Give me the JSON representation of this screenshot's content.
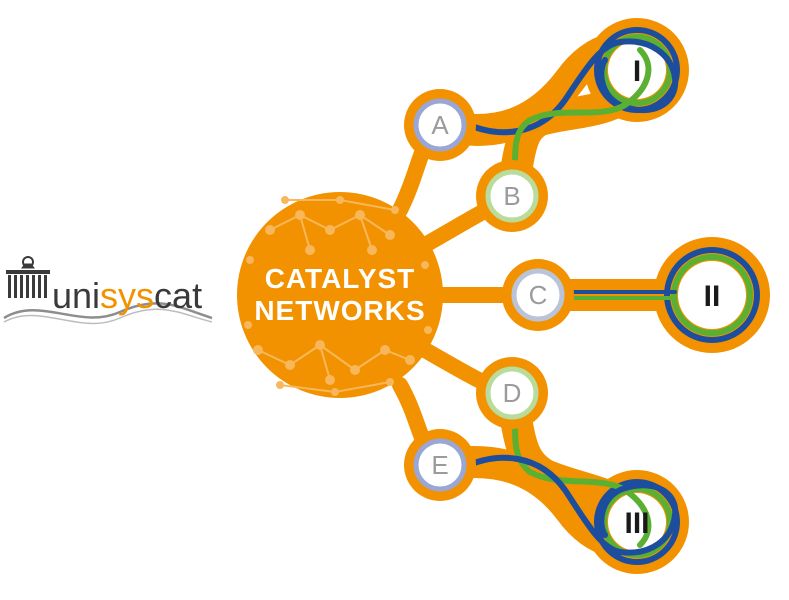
{
  "logo": {
    "part1": "uni",
    "part2": "sys",
    "part3": "cat",
    "colors": {
      "dark": "#3a3a3a",
      "accent": "#f39200",
      "swoosh": "#8e8e8e"
    }
  },
  "hub": {
    "line1": "CATALYST",
    "line2": "NETWORKS"
  },
  "nodes": [
    {
      "id": "A",
      "label": "A"
    },
    {
      "id": "B",
      "label": "B"
    },
    {
      "id": "C",
      "label": "C"
    },
    {
      "id": "D",
      "label": "D"
    },
    {
      "id": "E",
      "label": "E"
    }
  ],
  "products": [
    {
      "id": "I",
      "label": "I"
    },
    {
      "id": "II",
      "label": "II"
    },
    {
      "id": "III",
      "label": "III"
    }
  ],
  "colors": {
    "orange": "#f39200",
    "orange_light": "#f8b75a",
    "blue": "#1d4e9e",
    "green": "#5bb031",
    "node_ring_blue": "#9aa6d4",
    "node_ring_green": "#b9dc9c",
    "node_text": "#9b9b9b",
    "product_text": "#1a1a1a"
  }
}
